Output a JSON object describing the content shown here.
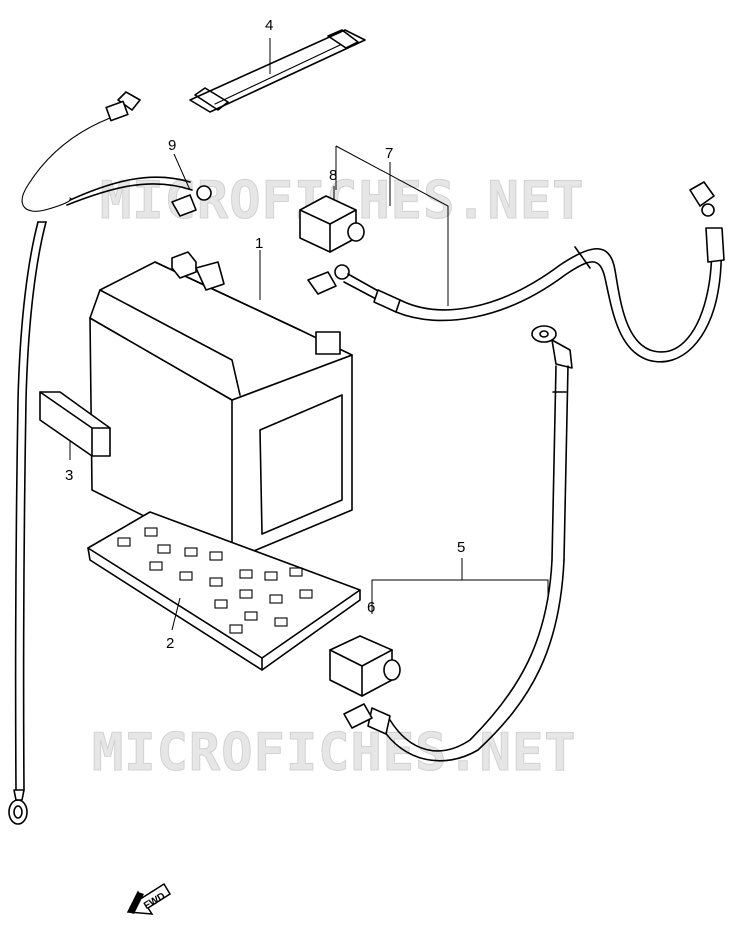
{
  "watermark": {
    "text": "MICROFICHES.NET"
  },
  "callouts": {
    "c1": "1",
    "c2": "2",
    "c3": "3",
    "c4": "4",
    "c5": "5",
    "c6": "6",
    "c7": "7",
    "c8": "8",
    "c9": "9"
  },
  "fwd_label": "FWD"
}
